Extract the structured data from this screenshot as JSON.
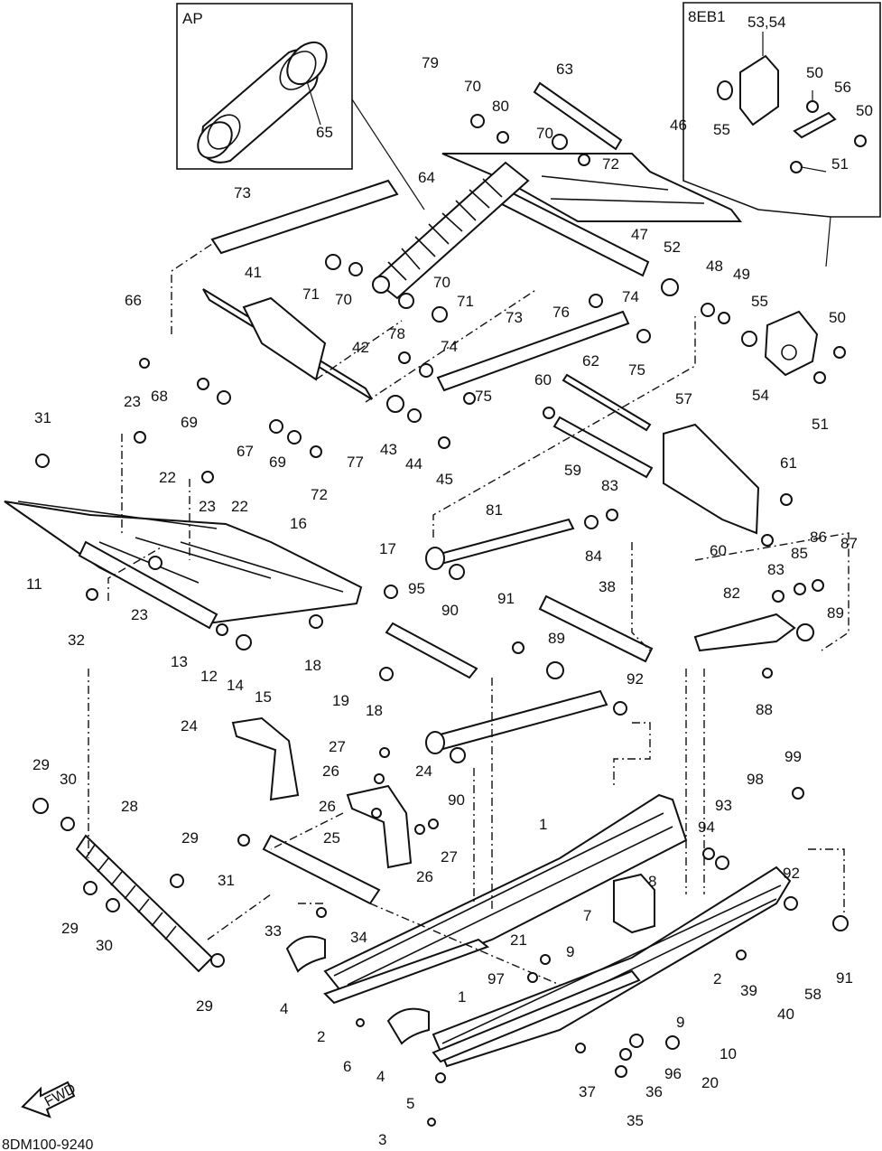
{
  "diagram": {
    "drawing_code": "8DM100-9240",
    "fwd_label": "FWD",
    "inset_ap": {
      "title": "AP",
      "part": "65"
    },
    "inset_8eb1": {
      "title": "8EB1",
      "parts": [
        "53,54",
        "50",
        "56",
        "50",
        "55",
        "51"
      ]
    },
    "callouts": [
      {
        "id": "c79",
        "n": "79"
      },
      {
        "id": "c70a",
        "n": "70"
      },
      {
        "id": "c63",
        "n": "63"
      },
      {
        "id": "c80",
        "n": "80"
      },
      {
        "id": "c70b",
        "n": "70"
      },
      {
        "id": "c72a",
        "n": "72"
      },
      {
        "id": "c46",
        "n": "46"
      },
      {
        "id": "c64",
        "n": "64"
      },
      {
        "id": "c73a",
        "n": "73"
      },
      {
        "id": "c47",
        "n": "47"
      },
      {
        "id": "c52",
        "n": "52"
      },
      {
        "id": "c71a",
        "n": "71"
      },
      {
        "id": "c70c",
        "n": "70"
      },
      {
        "id": "c41",
        "n": "41"
      },
      {
        "id": "c70d",
        "n": "70"
      },
      {
        "id": "c71b",
        "n": "71"
      },
      {
        "id": "c76",
        "n": "76"
      },
      {
        "id": "c74a",
        "n": "74"
      },
      {
        "id": "c48",
        "n": "48"
      },
      {
        "id": "c49",
        "n": "49"
      },
      {
        "id": "c55",
        "n": "55"
      },
      {
        "id": "c50a",
        "n": "50"
      },
      {
        "id": "c66",
        "n": "66"
      },
      {
        "id": "c73b",
        "n": "73"
      },
      {
        "id": "c78",
        "n": "78"
      },
      {
        "id": "c74b",
        "n": "74"
      },
      {
        "id": "c75a",
        "n": "75"
      },
      {
        "id": "c42",
        "n": "42"
      },
      {
        "id": "c54",
        "n": "54"
      },
      {
        "id": "c51",
        "n": "51"
      },
      {
        "id": "c68",
        "n": "68"
      },
      {
        "id": "c62",
        "n": "62"
      },
      {
        "id": "c60a",
        "n": "60"
      },
      {
        "id": "c75b",
        "n": "75"
      },
      {
        "id": "c23a",
        "n": "23"
      },
      {
        "id": "c69a",
        "n": "69"
      },
      {
        "id": "c57",
        "n": "57"
      },
      {
        "id": "c31a",
        "n": "31"
      },
      {
        "id": "c67",
        "n": "67"
      },
      {
        "id": "c43",
        "n": "43"
      },
      {
        "id": "c44",
        "n": "44"
      },
      {
        "id": "c45",
        "n": "45"
      },
      {
        "id": "c77",
        "n": "77"
      },
      {
        "id": "c69b",
        "n": "69"
      },
      {
        "id": "c22a",
        "n": "22"
      },
      {
        "id": "c72b",
        "n": "72"
      },
      {
        "id": "c59",
        "n": "59"
      },
      {
        "id": "c61",
        "n": "61"
      },
      {
        "id": "c23b",
        "n": "23"
      },
      {
        "id": "c22b",
        "n": "22"
      },
      {
        "id": "c83a",
        "n": "83"
      },
      {
        "id": "c81",
        "n": "81"
      },
      {
        "id": "c16",
        "n": "16"
      },
      {
        "id": "c84",
        "n": "84"
      },
      {
        "id": "c60b",
        "n": "60"
      },
      {
        "id": "c86",
        "n": "86"
      },
      {
        "id": "c87",
        "n": "87"
      },
      {
        "id": "c85",
        "n": "85"
      },
      {
        "id": "c11",
        "n": "11"
      },
      {
        "id": "c17",
        "n": "17"
      },
      {
        "id": "c83b",
        "n": "83"
      },
      {
        "id": "c23c",
        "n": "23"
      },
      {
        "id": "c95",
        "n": "95"
      },
      {
        "id": "c90a",
        "n": "90"
      },
      {
        "id": "c38",
        "n": "38"
      },
      {
        "id": "c82",
        "n": "82"
      },
      {
        "id": "c91a",
        "n": "91"
      },
      {
        "id": "c32",
        "n": "32"
      },
      {
        "id": "c89a",
        "n": "89"
      },
      {
        "id": "c89b",
        "n": "89"
      },
      {
        "id": "c13",
        "n": "13"
      },
      {
        "id": "c18a",
        "n": "18"
      },
      {
        "id": "c12",
        "n": "12"
      },
      {
        "id": "c14",
        "n": "14"
      },
      {
        "id": "c15",
        "n": "15"
      },
      {
        "id": "c19",
        "n": "19"
      },
      {
        "id": "c92a",
        "n": "92"
      },
      {
        "id": "c18b",
        "n": "18"
      },
      {
        "id": "c88",
        "n": "88"
      },
      {
        "id": "c24a",
        "n": "24"
      },
      {
        "id": "c27a",
        "n": "27"
      },
      {
        "id": "c99",
        "n": "99"
      },
      {
        "id": "c26a",
        "n": "26"
      },
      {
        "id": "c24b",
        "n": "24"
      },
      {
        "id": "c98",
        "n": "98"
      },
      {
        "id": "c29a",
        "n": "29"
      },
      {
        "id": "c30a",
        "n": "30"
      },
      {
        "id": "c90b",
        "n": "90"
      },
      {
        "id": "c28",
        "n": "28"
      },
      {
        "id": "c26b",
        "n": "26"
      },
      {
        "id": "c93",
        "n": "93"
      },
      {
        "id": "c1a",
        "n": "1"
      },
      {
        "id": "c94",
        "n": "94"
      },
      {
        "id": "c29b",
        "n": "29"
      },
      {
        "id": "c25",
        "n": "25"
      },
      {
        "id": "c27b",
        "n": "27"
      },
      {
        "id": "c31b",
        "n": "31"
      },
      {
        "id": "c26c",
        "n": "26"
      },
      {
        "id": "c8",
        "n": "8"
      },
      {
        "id": "c92b",
        "n": "92"
      },
      {
        "id": "c7",
        "n": "7"
      },
      {
        "id": "c29c",
        "n": "29"
      },
      {
        "id": "c30b",
        "n": "30"
      },
      {
        "id": "c33",
        "n": "33"
      },
      {
        "id": "c34",
        "n": "34"
      },
      {
        "id": "c9a",
        "n": "9"
      },
      {
        "id": "c21",
        "n": "21"
      },
      {
        "id": "c91b",
        "n": "91"
      },
      {
        "id": "c2a",
        "n": "2"
      },
      {
        "id": "c97",
        "n": "97"
      },
      {
        "id": "c39",
        "n": "39"
      },
      {
        "id": "c58",
        "n": "58"
      },
      {
        "id": "c4a",
        "n": "4"
      },
      {
        "id": "c29d",
        "n": "29"
      },
      {
        "id": "c40",
        "n": "40"
      },
      {
        "id": "c2b",
        "n": "2"
      },
      {
        "id": "c1b",
        "n": "1"
      },
      {
        "id": "c9b",
        "n": "9"
      },
      {
        "id": "c6",
        "n": "6"
      },
      {
        "id": "c10",
        "n": "10"
      },
      {
        "id": "c4b",
        "n": "4"
      },
      {
        "id": "c96",
        "n": "96"
      },
      {
        "id": "c20",
        "n": "20"
      },
      {
        "id": "c36",
        "n": "36"
      },
      {
        "id": "c37",
        "n": "37"
      },
      {
        "id": "c5",
        "n": "5"
      },
      {
        "id": "c35",
        "n": "35"
      },
      {
        "id": "c3",
        "n": "3"
      }
    ]
  }
}
